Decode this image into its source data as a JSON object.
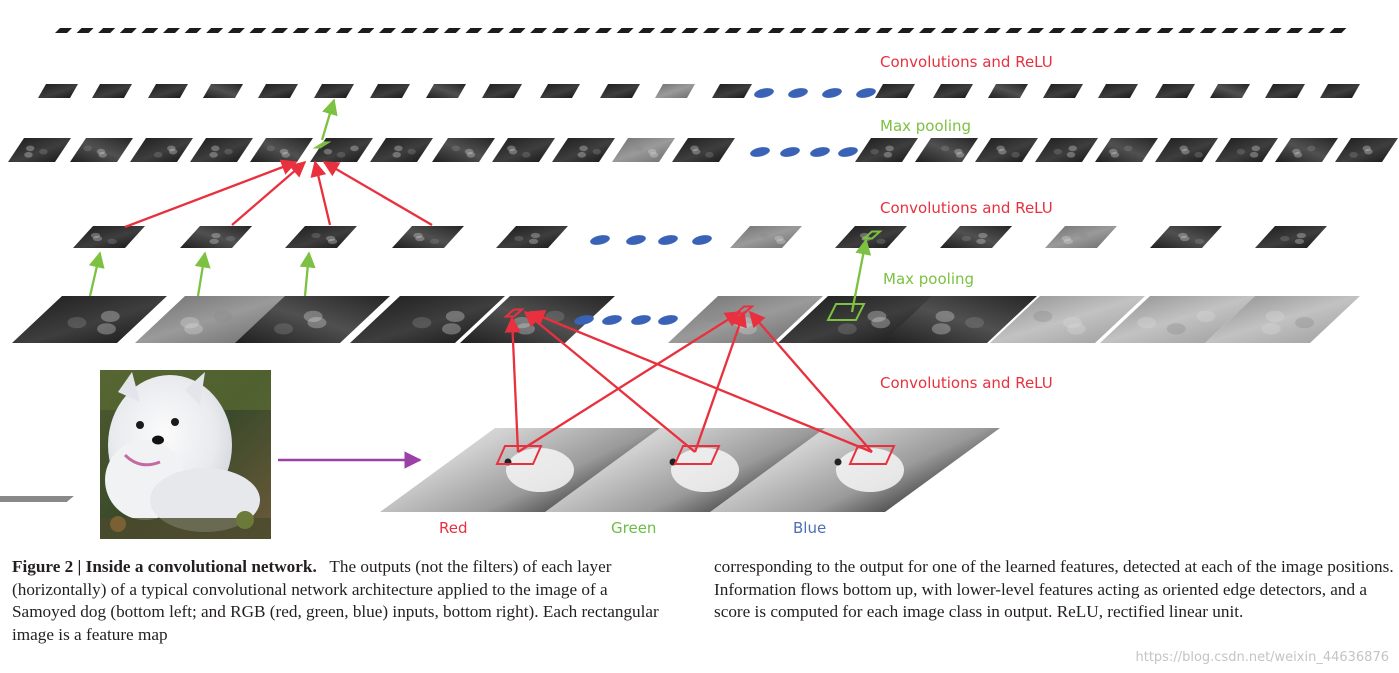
{
  "labels": {
    "conv_top": "Convolutions and ReLU",
    "pool_upper": "Max pooling",
    "conv_middle": "Convolutions and ReLU",
    "pool_lower": "Max pooling",
    "conv_bottom": "Convolutions and ReLU",
    "channel_red": "Red",
    "channel_green": "Green",
    "channel_blue": "Blue"
  },
  "colors": {
    "conv": "#e8303e",
    "pool": "#7dc142",
    "ellipsis": "#3a62b7",
    "input_arrow": "#9a40a6",
    "red_label": "#e8303e",
    "green_label": "#6cbd45",
    "blue_label": "#4b6fb5"
  },
  "caption": {
    "title": "Figure 2 | Inside a convolutional network.",
    "left_text": "The outputs (not the filters) of each layer (horizontally) of a typical convolutional network architecture applied to the image of a Samoyed dog (bottom left; and RGB (red, green, blue) inputs, bottom right). Each rectangular image is a feature map",
    "right_text": "corresponding to the output for one of the learned features, detected at each of the image positions. Information flows bottom up, with lower-level features acting as oriented edge detectors, and a score is computed for each image class in output. ReLU, rectified linear unit."
  },
  "watermark": "https://blog.csdn.net/weixin_44636876",
  "icons": {
    "input_image": "samoyed-dog-photo"
  }
}
